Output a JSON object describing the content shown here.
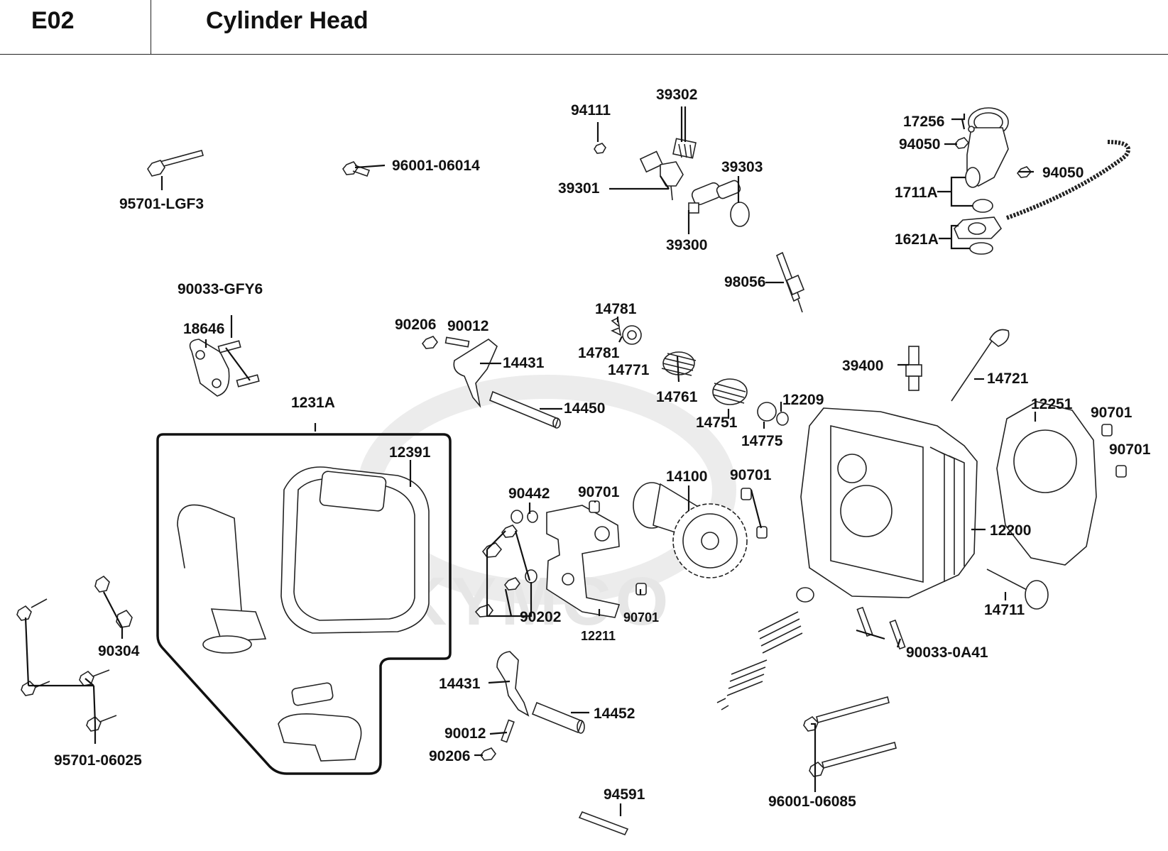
{
  "header": {
    "code": "E02",
    "title": "Cylinder Head"
  },
  "watermark": "KYMCO",
  "parts": {
    "p39302": "39302",
    "p94111": "94111",
    "p39301": "39301",
    "p39303": "39303",
    "p39300": "39300",
    "p96001_06014": "96001-06014",
    "p95701_LGF3": "95701-LGF3",
    "p17256": "17256",
    "p94050_a": "94050",
    "p94050_b": "94050",
    "p1711A": "1711A",
    "p1621A": "1621A",
    "p98056": "98056",
    "p90033_GFY6": "90033-GFY6",
    "p18646": "18646",
    "p90206_a": "90206",
    "p90012_a": "90012",
    "p14431_a": "14431",
    "p14781_a": "14781",
    "p14781_b": "14781",
    "p14771": "14771",
    "p14761": "14761",
    "p14450": "14450",
    "p39400": "39400",
    "p14721": "14721",
    "p1231A": "1231A",
    "p12391": "12391",
    "p14751": "14751",
    "p12209": "12209",
    "p14775": "14775",
    "p12251": "12251",
    "p90701_a": "90701",
    "p90701_b": "90701",
    "p14100": "14100",
    "p90701_c": "90701",
    "p90442": "90442",
    "p90701_d": "90701",
    "p12200": "12200",
    "p14711": "14711",
    "p90202": "90202",
    "p90701_e": "90701",
    "p12211": "12211",
    "p90304": "90304",
    "p90033_0A41": "90033-0A41",
    "p14431_b": "14431",
    "p14452": "14452",
    "p90012_b": "90012",
    "p90206_b": "90206",
    "p95701_06025": "95701-06025",
    "p94591": "94591",
    "p96001_06085": "96001-06085"
  }
}
